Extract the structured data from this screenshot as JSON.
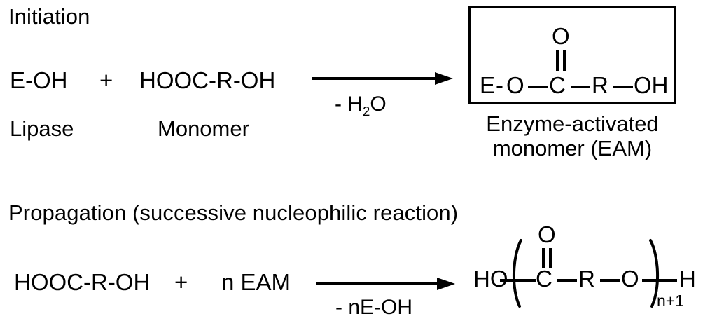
{
  "figure": {
    "type": "reaction-scheme",
    "description": "Enzymatic polycondensation mechanism: initiation and propagation steps"
  },
  "initiation": {
    "heading": "Initiation",
    "reactant_1": "E-OH",
    "reactant_1_label": "Lipase",
    "plus": "+",
    "reactant_2": "HOOC-R-OH",
    "reactant_2_label": "Monomer",
    "arrow_label_prefix": "- H",
    "arrow_label_sub": "2",
    "arrow_label_suffix": "O",
    "arrow_name": "reaction-arrow",
    "product_box": {
      "atoms": {
        "e": "E",
        "dash1": "-",
        "o_ester": "O",
        "c": "C",
        "r": "R",
        "oh": "OH",
        "o_carbonyl": "O"
      },
      "formula_linear": "E-O-C(=O)-R-OH"
    },
    "product_caption_line1": "Enzyme-activated",
    "product_caption_line2": "monomer (EAM)"
  },
  "propagation": {
    "heading": "Propagation (successive nucleophilic reaction)",
    "reactant_1": "HOOC-R-OH",
    "plus": "+",
    "reactant_2": "n EAM",
    "arrow_label": "- nE-OH",
    "arrow_name": "reaction-arrow",
    "product": {
      "end_group_left": "HO",
      "paren_open": "(",
      "c": "C",
      "o_carbonyl": "O",
      "r": "R",
      "o_ester": "O",
      "paren_close": ")",
      "repeat_subscript": "n+1",
      "end_group_right": "H",
      "formula_linear": "HO-(C(=O)-R-O)n+1-H"
    }
  },
  "colors": {
    "ink": "#000000",
    "background": "#ffffff"
  }
}
